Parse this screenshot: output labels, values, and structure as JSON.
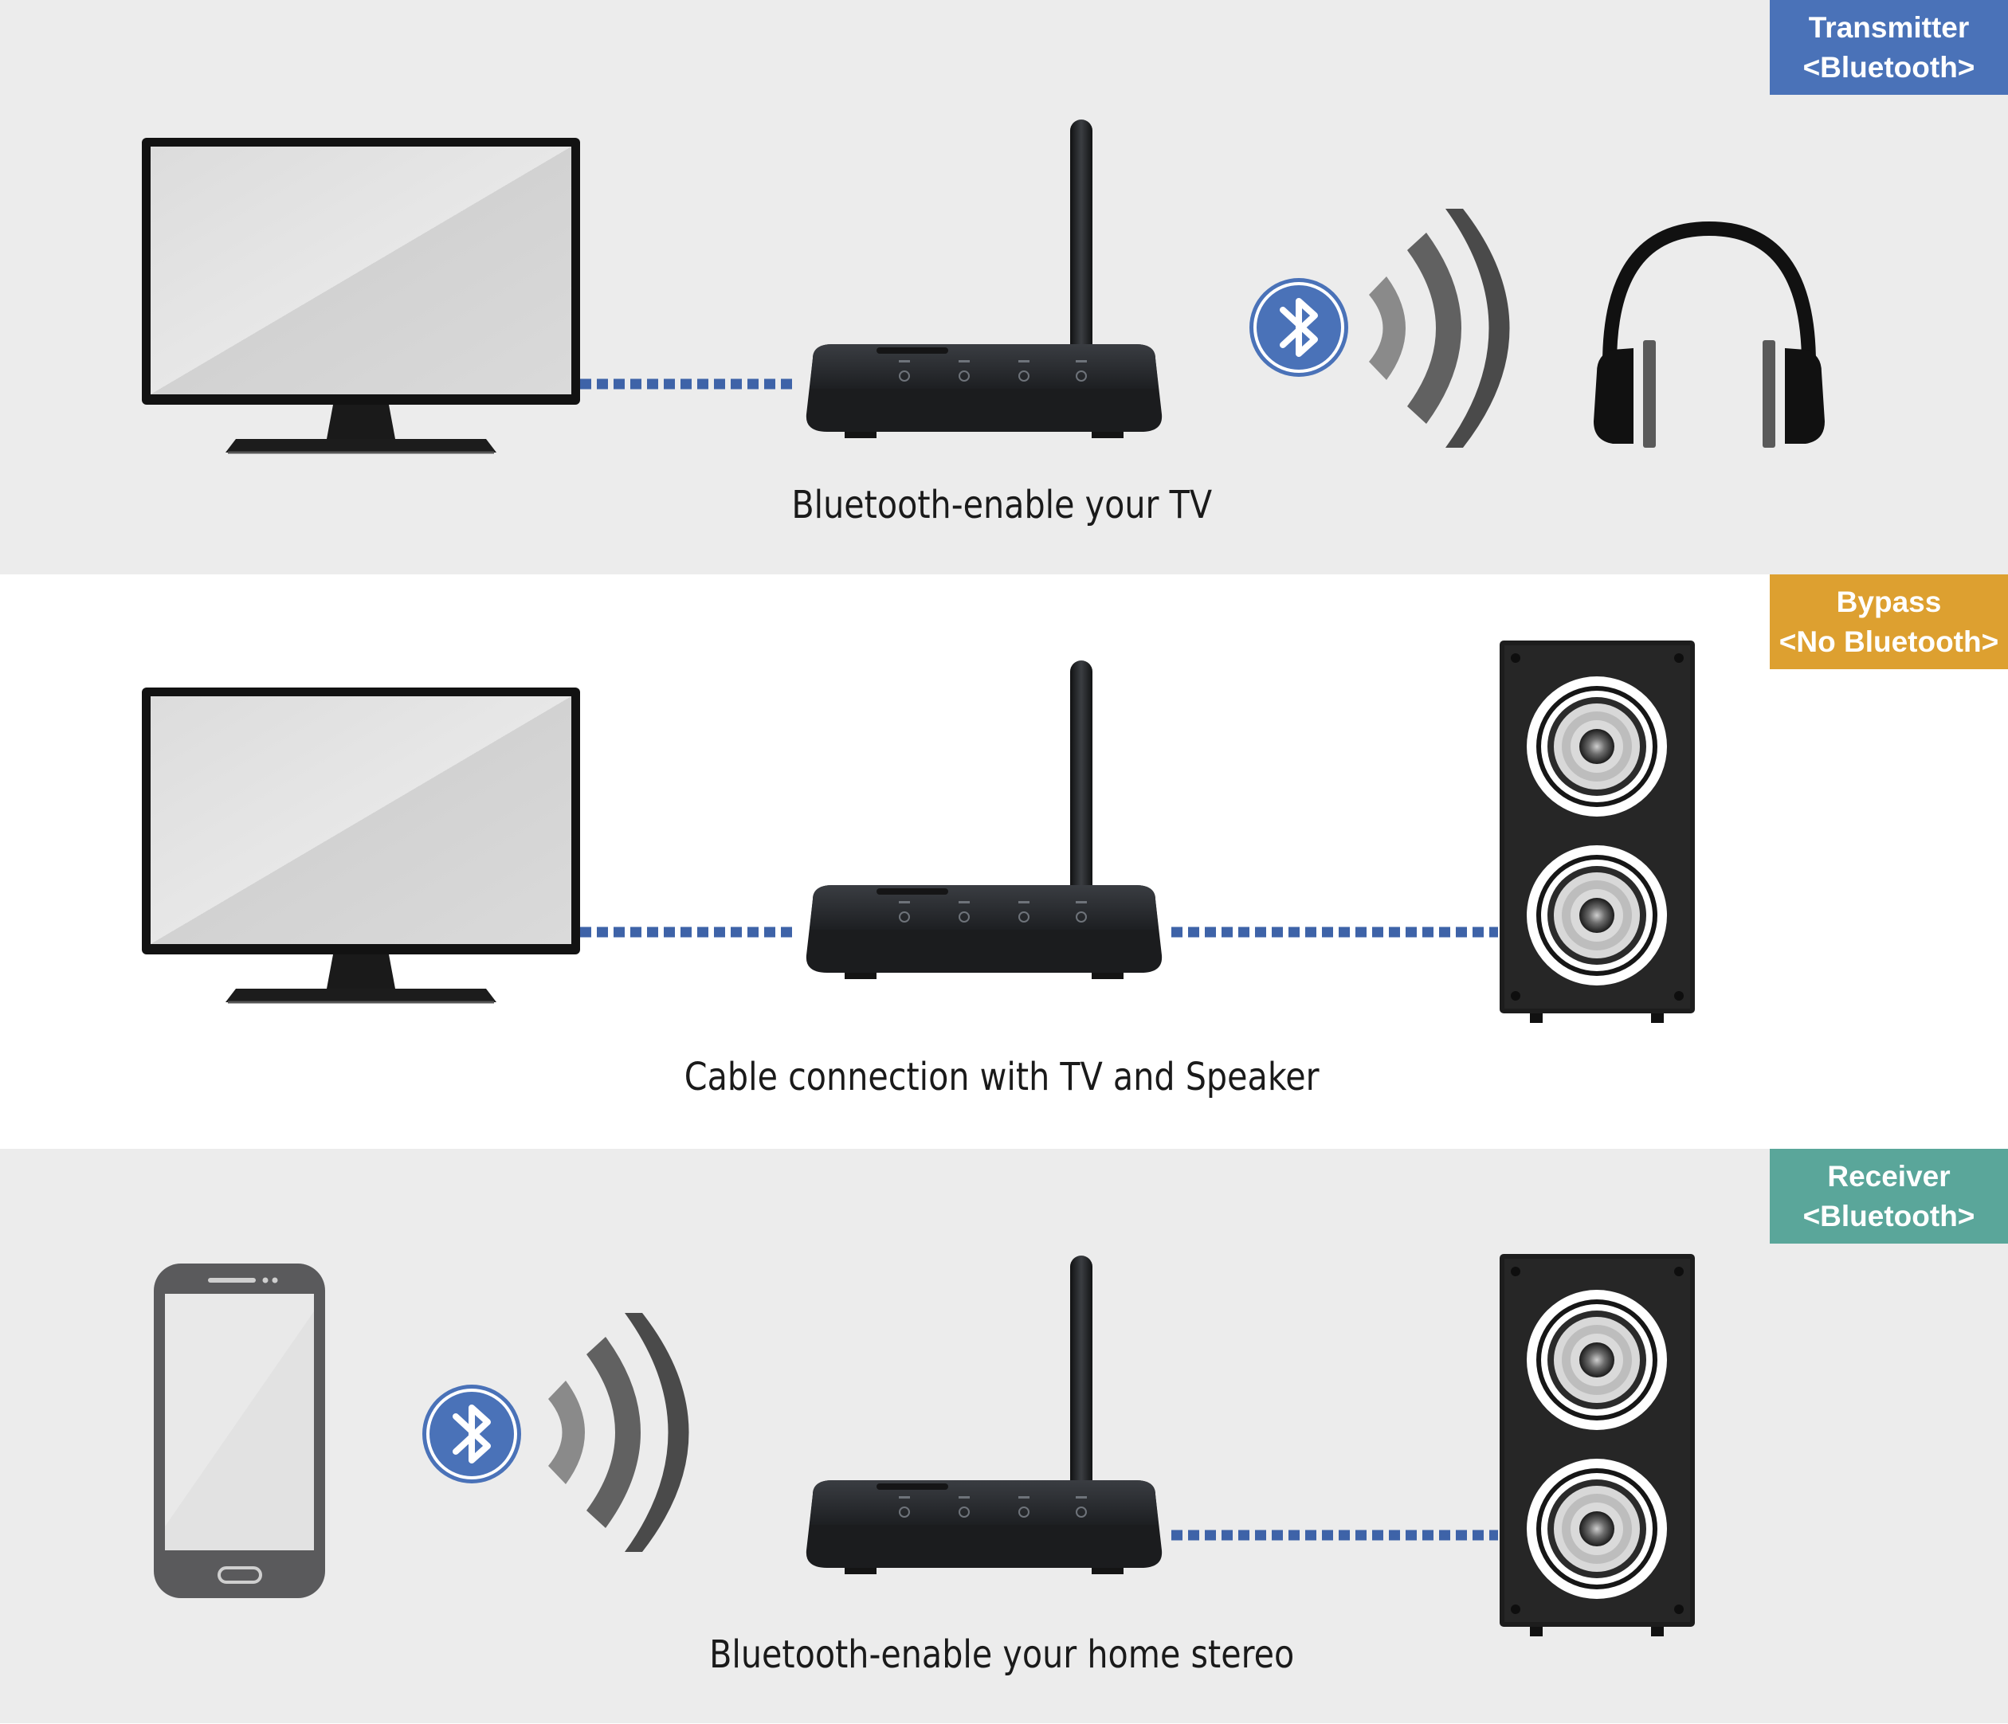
{
  "colors": {
    "transmitter": "#4a72b8",
    "bypass": "#dda030",
    "receiver": "#5aa69a",
    "cable": "#3e63a8",
    "bluetooth_badge": "#4a72b8"
  },
  "icons": [
    "tv-icon",
    "transmitter-device-icon",
    "bluetooth-icon",
    "wireless-waves-icon",
    "headphones-icon",
    "speaker-icon",
    "smartphone-icon"
  ],
  "sections": [
    {
      "badge": {
        "line1": "Transmitter",
        "line2": "<Bluetooth>"
      },
      "caption": "Bluetooth-enable your TV"
    },
    {
      "badge": {
        "line1": "Bypass",
        "line2": "<No Bluetooth>"
      },
      "caption": "Cable connection with TV and Speaker"
    },
    {
      "badge": {
        "line1": "Receiver",
        "line2": "<Bluetooth>"
      },
      "caption": "Bluetooth-enable your home stereo"
    }
  ]
}
